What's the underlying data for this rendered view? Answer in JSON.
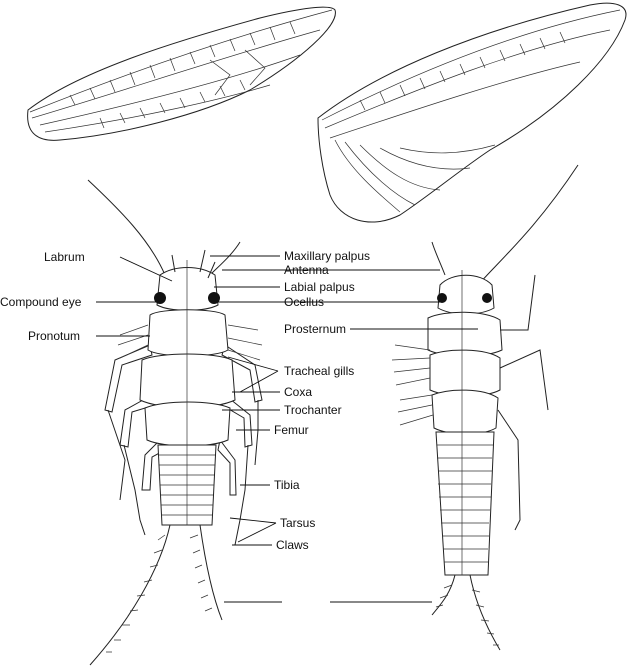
{
  "labels": {
    "labrum": "Labrum",
    "compound_eye": "Compound eye",
    "pronotum": "Pronotum",
    "maxillary_palpus": "Maxillary palpus",
    "antenna": "Antenna",
    "labial_palpus": "Labial palpus",
    "ocellus": "Ocellus",
    "prosternum": "Prosternum",
    "tracheal_gills": "Tracheal gills",
    "coxa": "Coxa",
    "trochanter": "Trochanter",
    "femur": "Femur",
    "tibia": "Tibia",
    "tarsus": "Tarsus",
    "claws": "Claws"
  },
  "colors": {
    "ink": "#222222",
    "paper": "#ffffff"
  }
}
